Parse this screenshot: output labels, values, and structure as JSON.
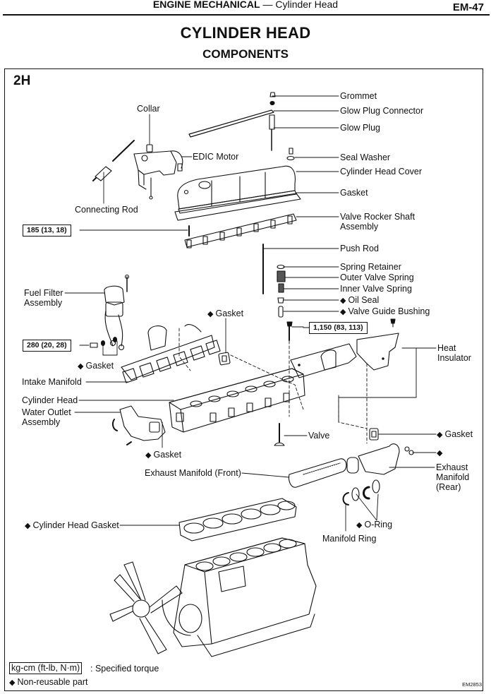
{
  "header": {
    "section_bold": "ENGINE MECHANICAL",
    "section_rest": " — Cylinder Head",
    "page_number": "EM-47"
  },
  "title": "CYLINDER HEAD",
  "subtitle": "COMPONENTS",
  "model": "2H",
  "labels": {
    "collar": "Collar",
    "edic_motor": "EDIC Motor",
    "connecting_rod": "Connecting Rod",
    "grommet": "Grommet",
    "glow_plug_connector": "Glow Plug Connector",
    "glow_plug": "Glow Plug",
    "seal_washer": "Seal Washer",
    "cylinder_head_cover": "Cylinder Head Cover",
    "gasket_cover": "Gasket",
    "valve_rocker_shaft": "Valve Rocker Shaft Assembly",
    "push_rod": "Push Rod",
    "spring_retainer": "Spring Retainer",
    "outer_valve_spring": "Outer Valve Spring",
    "inner_valve_spring": "Inner Valve Spring",
    "oil_seal": "Oil Seal",
    "valve_guide_bushing": "Valve Guide Bushing",
    "heat_insulator": "Heat Insulator",
    "fuel_filter": "Fuel Filter Assembly",
    "gasket_intake": "Gasket",
    "gasket_fuel": "Gasket",
    "intake_manifold": "Intake Manifold",
    "cylinder_head": "Cylinder Head",
    "water_outlet": "Water Outlet Assembly",
    "gasket_water": "Gasket",
    "valve": "Valve",
    "gasket_exhaust": "Gasket",
    "exhaust_front": "Exhaust Manifold (Front)",
    "exhaust_rear": "Exhaust Manifold (Rear)",
    "cylinder_head_gasket": "Cylinder Head Gasket",
    "o_ring": "O-Ring",
    "manifold_ring": "Manifold Ring"
  },
  "non_reusable_marker": "◆",
  "torques": {
    "rocker_shaft": "185 (13, 18)",
    "fuel_filter": "280 (20, 28)",
    "head_bolt": "1,150 (83, 113)"
  },
  "legend": {
    "torque_unit": "kg-cm (ft-lb, N·m)",
    "torque_desc": ": Specified torque",
    "non_reusable": "Non-reusable part"
  },
  "figure_code": "EM2853"
}
